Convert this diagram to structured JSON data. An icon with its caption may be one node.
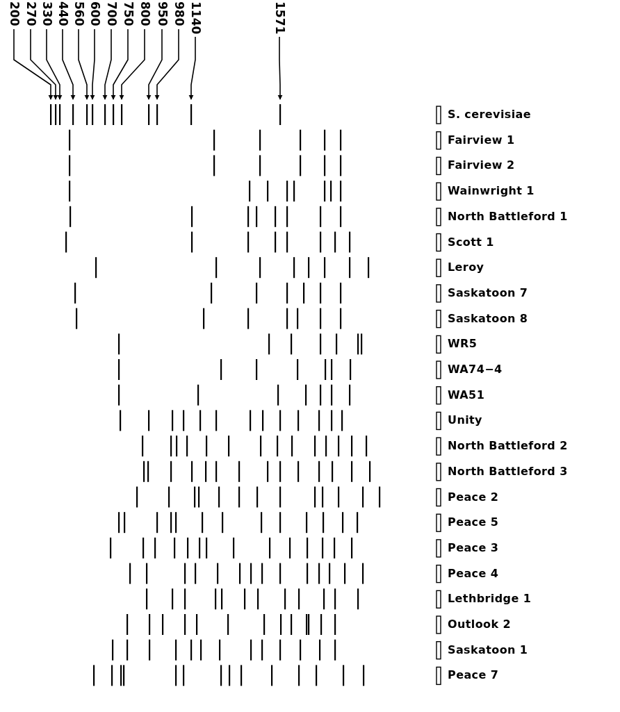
{
  "diagram": {
    "nodes": [
      {
        "text": [
          "200"
        ]
      },
      {
        "text": [
          "270"
        ]
      },
      {
        "text": [
          "330"
        ]
      },
      {
        "text": [
          "440"
        ]
      },
      {
        "text": [
          "560"
        ]
      },
      {
        "text": [
          "600"
        ]
      },
      {
        "text": [
          "700"
        ]
      },
      {
        "text": [
          "750"
        ]
      },
      {
        "text": [
          "800"
        ]
      },
      {
        "text": [
          "950"
        ]
      },
      {
        "text": [
          "980"
        ]
      },
      {
        "text": [
          "1140"
        ]
      },
      {
        "text": [
          "1571"
        ]
      }
    ],
    "edges": [
      {
        "from": 0,
        "to": null,
        "arrow": "to"
      },
      {
        "from": 1,
        "to": null,
        "arrow": "to"
      },
      {
        "from": 2,
        "to": null,
        "arrow": "to"
      },
      {
        "from": 3,
        "to": null,
        "arrow": "to"
      },
      {
        "from": 4,
        "to": null,
        "arrow": "to"
      },
      {
        "from": 5,
        "to": null,
        "arrow": "to"
      },
      {
        "from": 6,
        "to": null,
        "arrow": "to"
      },
      {
        "from": 7,
        "to": null,
        "arrow": "to"
      },
      {
        "from": 8,
        "to": null,
        "arrow": "to"
      },
      {
        "from": 9,
        "to": null,
        "arrow": "to"
      },
      {
        "from": 10,
        "to": null,
        "arrow": "to"
      },
      {
        "from": 11,
        "to": null,
        "arrow": "to"
      },
      {
        "from": 12,
        "to": null,
        "arrow": "to"
      }
    ],
    "labels": [
      "S. cerevisiae",
      "Fairview 1",
      "Fairview 2",
      "Wainwright 1",
      "North Battleford 1",
      "Scott 1",
      "Leroy",
      "Saskatoon 7",
      "Saskatoon 8",
      "WR5",
      "WA74−4",
      "WA51",
      "Unity",
      "North Battleford 2",
      "North Battleford 3",
      "Peace 2",
      "Peace 5",
      "Peace 3",
      "Peace 4",
      "Lethbridge 1",
      "Outlook 2",
      "Saskatoon 1",
      "Peace 7"
    ]
  }
}
